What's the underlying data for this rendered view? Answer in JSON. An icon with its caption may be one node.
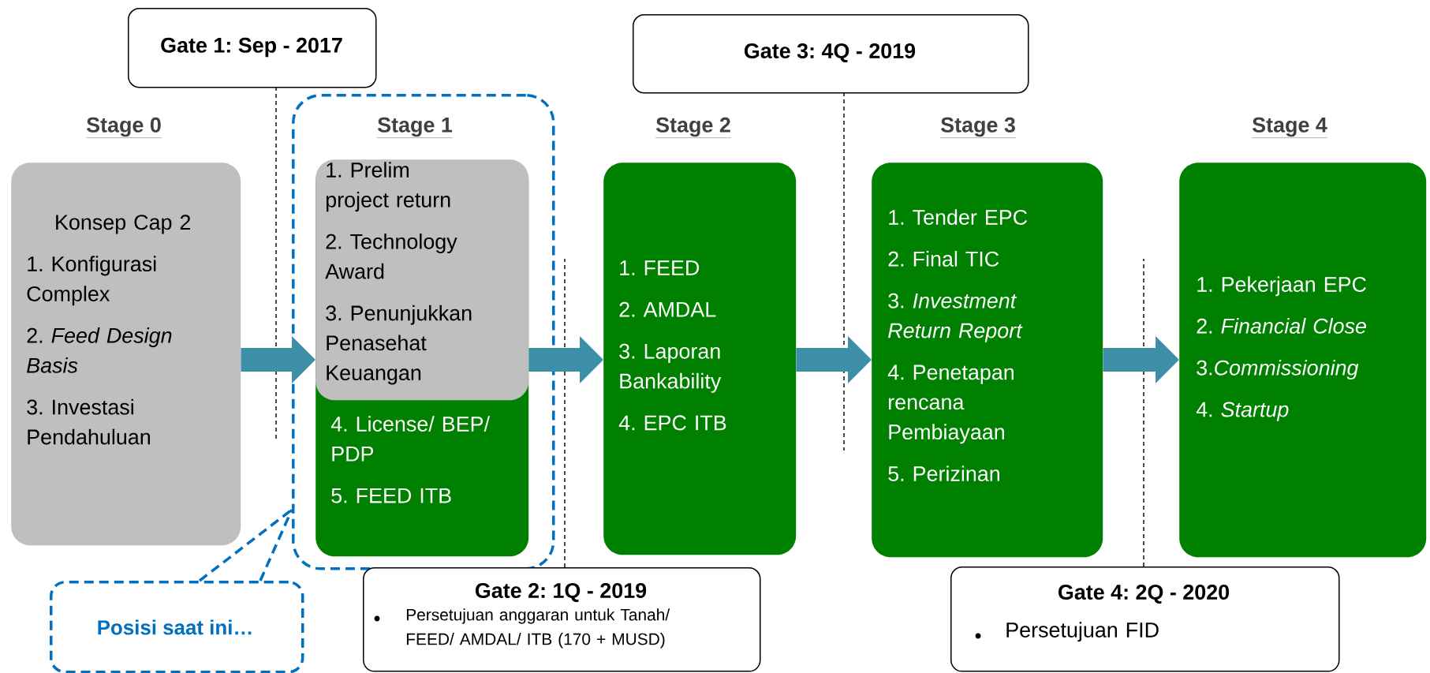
{
  "diagram": {
    "nodes": [
      {
        "text": [
          "Gate 1: Sep - 2017"
        ]
      },
      {
        "text": [
          "Gate 3: 4Q - 2019"
        ]
      },
      {
        "text": [
          "Stage 0",
          "Konsep Cap 2",
          "1. Konfigurasi Complex",
          "2. *Feed Design Basis*",
          "3. Investasi Pendahuluan"
        ]
      },
      {
        "text": [],
        "shape": "box"
      },
      {
        "text": [
          "Stage 1",
          "4. License/ BEP/ PDP",
          "5. FEED ITB"
        ],
        "in": 3
      },
      {
        "text": [
          "1. Prelim project return",
          "2. Technology Award",
          "3. Penunjukkan Penasehat Keuangan"
        ],
        "in": 4
      },
      {
        "text": [
          "Stage 2",
          "1. FEED",
          "2. AMDAL",
          "3. Laporan Bankability",
          "4. EPC ITB"
        ]
      },
      {
        "text": [
          "Stage 3",
          "1. Tender EPC",
          "2. Final TIC",
          "3. *Investment Return Report*",
          "4. Penetapan rencana Pembiayaan",
          "5. Perizinan"
        ]
      },
      {
        "text": [
          "Stage 4",
          "1. Pekerjaan EPC",
          "2. *Financial Close*",
          "3.*Commissioning*",
          "4. *Startup*"
        ]
      },
      {
        "text": [
          "Posisi saat ini…"
        ]
      },
      {
        "text": [
          "Gate 2: 1Q - 2019",
          "Persetujuan anggaran untuk Tanah/ FEED/ AMDAL/ ITB (170 + MUSD)"
        ]
      },
      {
        "text": [
          "Gate 4: 2Q - 2020",
          "Persetujuan FID"
        ]
      }
    ],
    "edges": [
      {
        "from": 2,
        "to": 4,
        "arrow": "to",
        "color": "#3c8fa7"
      },
      {
        "from": 4,
        "to": 6,
        "arrow": "to",
        "color": "#3c8fa7"
      },
      {
        "from": 6,
        "to": 7,
        "arrow": "to",
        "color": "#3c8fa7"
      },
      {
        "from": 7,
        "to": 8,
        "arrow": "to",
        "color": "#3c8fa7"
      },
      {
        "from": 9,
        "to": 3,
        "arrow": "none",
        "style": "dashed",
        "color": "#0070c0"
      }
    ]
  }
}
